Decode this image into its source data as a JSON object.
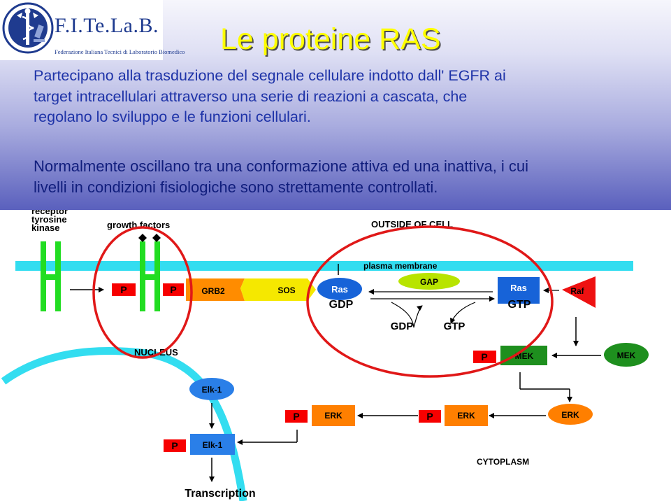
{
  "header": {
    "logo_name": "F.I.Te.La.B.",
    "logo_subtitle": "Federazione Italiana Tecnici di Laboratorio Biomedico",
    "logo_icon": "caduceus-microscope-icon",
    "title": "Le proteine RAS"
  },
  "body": {
    "para1": [
      "Partecipano alla trasduzione del segnale cellulare indotto dall' EGFR ai",
      "target intracellulari attraverso una serie di reazioni a cascata, che",
      "regolano lo sviluppo e le funzioni cellulari."
    ],
    "para2": [
      "Normalmente oscillano tra una conformazione attiva ed una inattiva, i cui",
      "livelli in condizioni fisiologiche sono strettamente controllati."
    ]
  },
  "diagram": {
    "receptor_label": [
      "receptor",
      "tyrosine",
      "kinase"
    ],
    "growth_factors": "growth factors",
    "outside_cell": "OUTSIDE OF CELL",
    "plasma_membrane": "plasma membrane",
    "p": "P",
    "grb2": "GRB2",
    "sos": "SOS",
    "ras": "Ras",
    "gdp": "GDP",
    "gtp": "GTP",
    "gap": "GAP",
    "raf": "Raf",
    "nucleus": "NUCLEUS",
    "mek": "MEK",
    "elk1": "Elk-1",
    "erk": "ERK",
    "cytoplasm": "CYTOPLASM",
    "transcription": "Transcription",
    "colors": {
      "membrane": "#33ddf0",
      "receptor": "#22dd22",
      "p_box": "#f70000",
      "grb2": "#ff8c00",
      "sos": "#f5e800",
      "ras": "#1763d8",
      "gap": "#b8e400",
      "raf": "#ee1111",
      "mek": "#1e8f1e",
      "erk": "#ff7f00",
      "elk1": "#2a7fe8",
      "highlight": "#e01818"
    }
  }
}
